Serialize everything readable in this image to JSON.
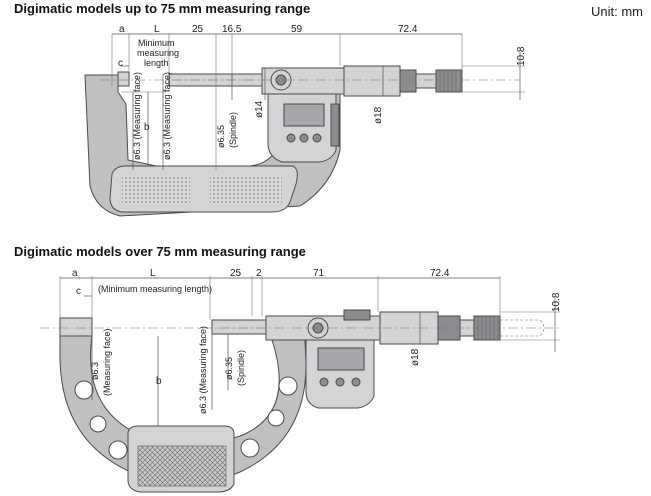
{
  "headings": {
    "small": "Digimatic models up to 75 mm measuring range",
    "large": "Digimatic models over 75 mm measuring range",
    "unit": "Unit: mm"
  },
  "small_model": {
    "a": "a",
    "c": "c",
    "L": "L",
    "min_line1": "Minimum",
    "min_line2": "measuring",
    "min_line3": "length",
    "d25": "25",
    "d16_5": "16.5",
    "d59": "59",
    "d72_4": "72.4",
    "d10_8": "10.8",
    "d14": "ø14",
    "d18": "ø18",
    "b": "b",
    "meas_face_left": "ø6.3 (Measuring face)",
    "meas_face_right": "ø6.3 (Measuring face)",
    "spindle_dia": "ø6.35",
    "spindle_label": "(Spindle)"
  },
  "large_model": {
    "a": "a",
    "c": "c",
    "L": "L",
    "min_length": "(Minimum measuring length)",
    "d25": "25",
    "d2": "2",
    "d71": "71",
    "d72_4": "72.4",
    "d10_8": "10.8",
    "d18": "ø18",
    "b": "b",
    "meas_face_left_dia": "ø6.3",
    "meas_face_left_label": "(Measuring face)",
    "meas_face_right": "ø6.3 (Measuring face)",
    "spindle_dia": "ø6.35",
    "spindle_label": "(Spindle)"
  }
}
